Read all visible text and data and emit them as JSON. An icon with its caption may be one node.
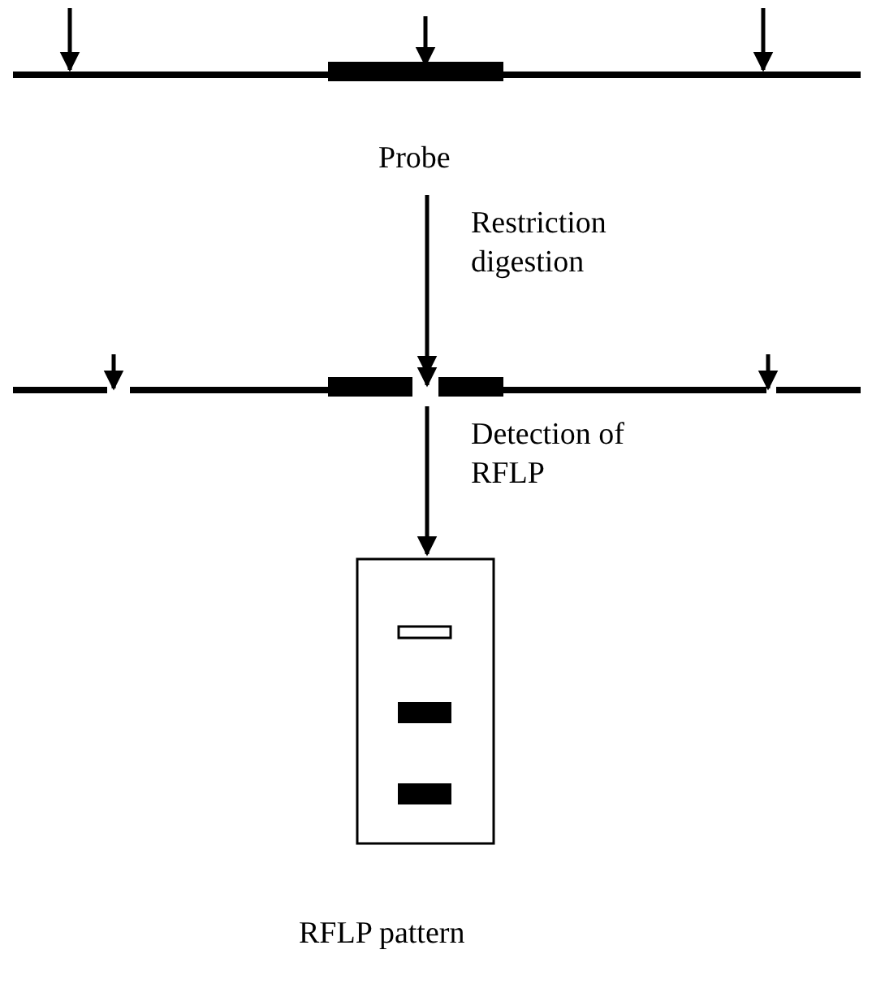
{
  "diagram": {
    "nodes": [
      {
        "text": [],
        "shape": "bar",
        "beside": [
          "Probe"
        ]
      },
      {
        "text": [],
        "shape": "bar"
      },
      {
        "text": [],
        "shape": "box",
        "beside": [
          "RFLP pattern"
        ]
      }
    ],
    "edges": [
      {
        "from": 0,
        "to": 1,
        "arrow": "to",
        "label": "Restriction digestion"
      },
      {
        "from": 1,
        "to": 2,
        "arrow": "to",
        "label": "Detection of RFLP"
      }
    ]
  }
}
